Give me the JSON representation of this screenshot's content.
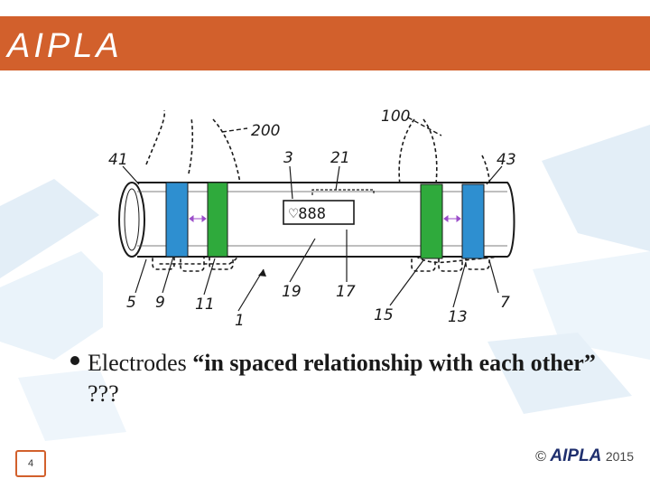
{
  "header": {
    "logo_text": "AIPLA",
    "bar_color": "#d2602c"
  },
  "figure": {
    "labels": {
      "l200": "200",
      "l100": "100",
      "l41": "41",
      "l3": "3",
      "l21": "21",
      "l43": "43",
      "l5": "5",
      "l9": "9",
      "l11": "11",
      "l19": "19",
      "l17": "17",
      "l1": "1",
      "l15": "15",
      "l13": "13",
      "l7": "7"
    },
    "display_text": "♡888",
    "outer_electrode_color": "#2e8fd0",
    "inner_electrode_color": "#2faa3c"
  },
  "bullet": {
    "prefix": "Electrodes ",
    "quote": "“in spaced relationship with each other”",
    "suffix": " ???"
  },
  "footer": {
    "page_number": "4",
    "copyright_symbol": "©",
    "brand": "AIPLA",
    "year": "2015"
  }
}
